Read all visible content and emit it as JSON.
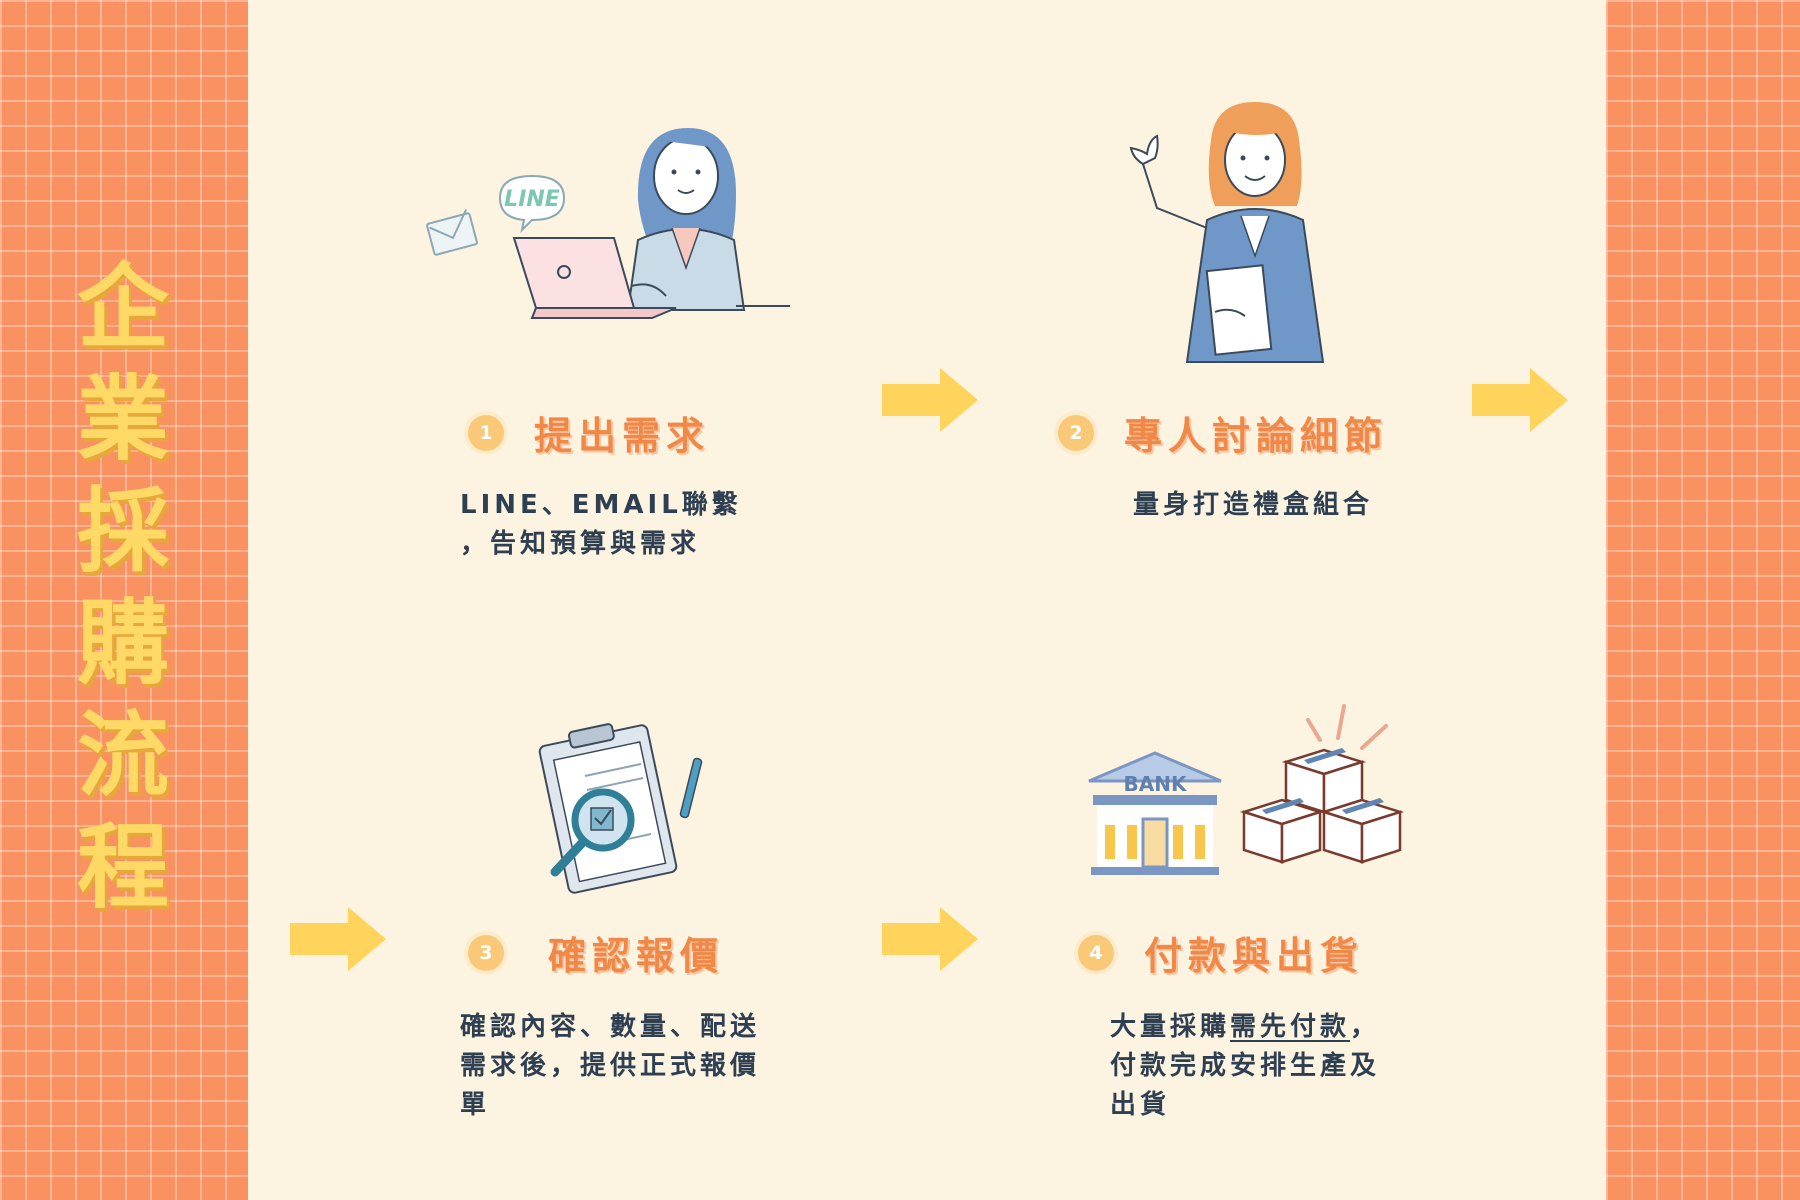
{
  "title_chars": [
    "企",
    "業",
    "採",
    "購",
    "流",
    "程"
  ],
  "steps": [
    {
      "num": "1",
      "title": "提出需求",
      "desc_lines": [
        "LINE、EMAIL聯繫",
        "，告知預算與需求"
      ]
    },
    {
      "num": "2",
      "title": "專人討論細節",
      "desc_lines": [
        "量身打造禮盒組合"
      ]
    },
    {
      "num": "3",
      "title": "確認報價",
      "desc_lines": [
        "確認內容、數量、配送",
        "需求後，提供正式報價",
        "單"
      ]
    },
    {
      "num": "4",
      "title": "付款與出貨",
      "desc_prefix": "大量採購",
      "desc_underline": "需先付款",
      "desc_suffix": "，",
      "desc_lines": [
        "付款完成安排生產及",
        "出貨"
      ]
    }
  ],
  "illustrations": {
    "line_logo": "LINE",
    "bank_sign": "BANK"
  },
  "colors": {
    "accent_orange": "#fa9160",
    "title_yellow": "#ffd966",
    "arrow_yellow": "#ffd45c",
    "step_title": "#f08848",
    "text_dark": "#2e3f52",
    "background": "#fdf3e1"
  }
}
